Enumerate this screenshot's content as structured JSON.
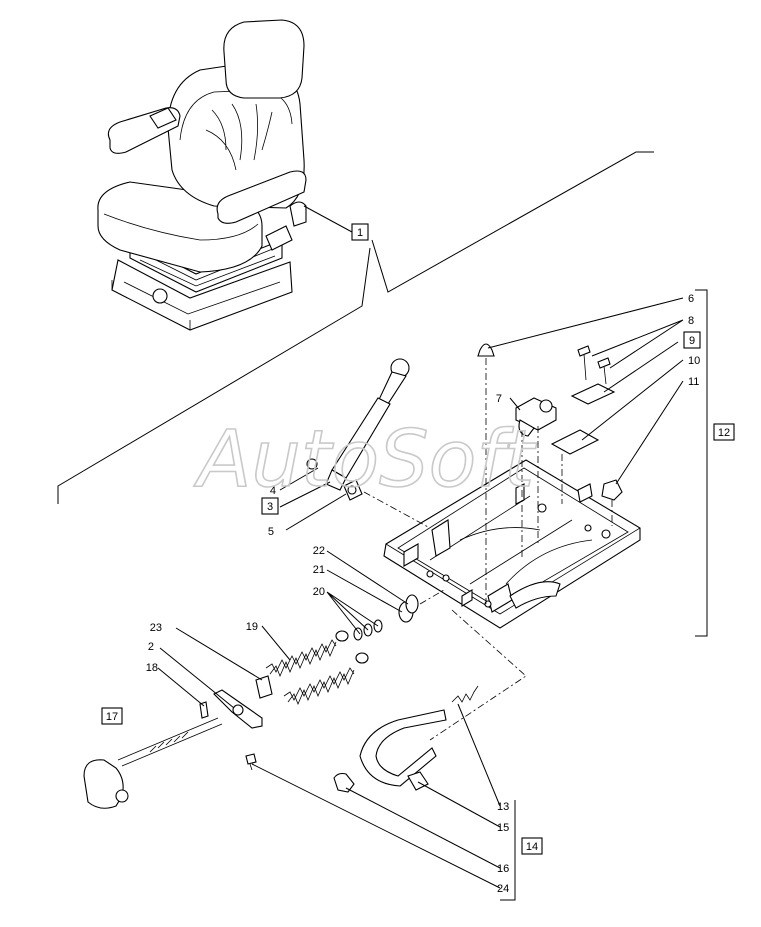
{
  "watermark": "AutoSoft",
  "callouts": {
    "c1": "1",
    "c2": "2",
    "c3": "3",
    "c4": "4",
    "c5": "5",
    "c6": "6",
    "c7": "7",
    "c8": "8",
    "c9": "9",
    "c10": "10",
    "c11": "11",
    "c12": "12",
    "c13": "13",
    "c14": "14",
    "c15": "15",
    "c16": "16",
    "c17": "17",
    "c18": "18",
    "c19": "19",
    "c20": "20",
    "c21": "21",
    "c22": "22",
    "c23": "23",
    "c24": "24"
  }
}
